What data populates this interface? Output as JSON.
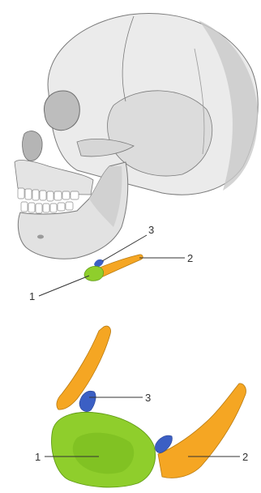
{
  "colors": {
    "bone_fill": "#ebebeb",
    "bone_shadow": "#c9c9c9",
    "outline": "#7a7a7a",
    "green_part": "#8fce2c",
    "orange_part": "#f5a623",
    "blue_part": "#3b5fc4",
    "leader_line": "#333333"
  },
  "top_figure": {
    "labels": {
      "label_1": "1",
      "label_2": "2",
      "label_3": "3"
    }
  },
  "bottom_figure": {
    "labels": {
      "label_1": "1",
      "label_2": "2",
      "label_3": "3"
    }
  }
}
